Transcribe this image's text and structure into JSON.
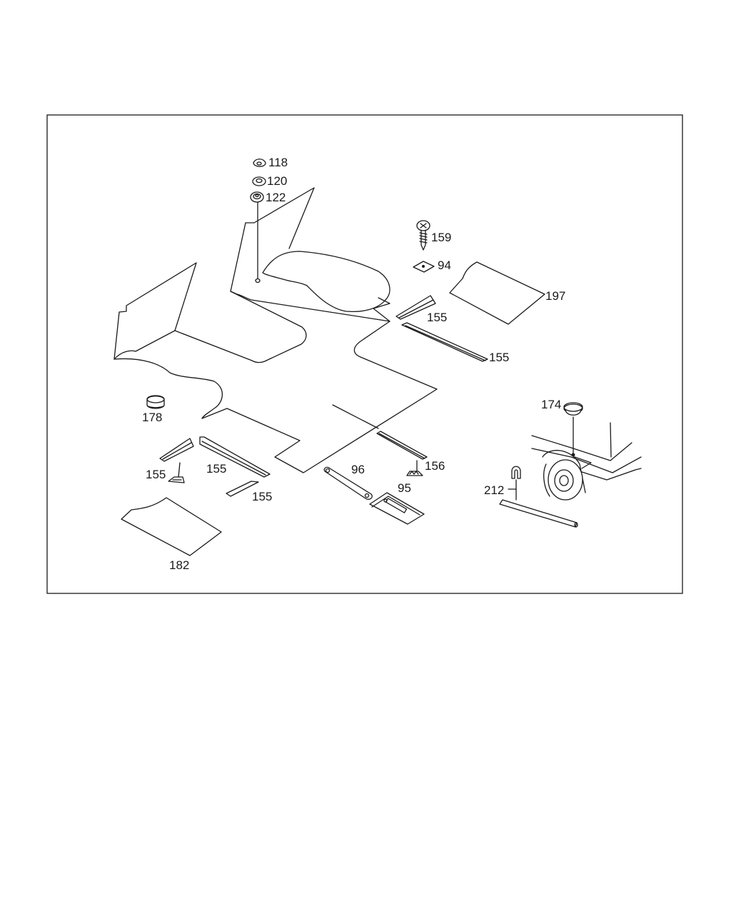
{
  "diagram": {
    "callouts": {
      "c118": "118",
      "c120": "120",
      "c122": "122",
      "c159": "159",
      "c94": "94",
      "c197": "197",
      "c155_a": "155",
      "c155_b": "155",
      "c178": "178",
      "c155_c": "155",
      "c155_d": "155",
      "c155_e": "155",
      "c96": "96",
      "c156": "156",
      "c95": "95",
      "c174": "174",
      "c212": "212",
      "c182": "182"
    }
  }
}
